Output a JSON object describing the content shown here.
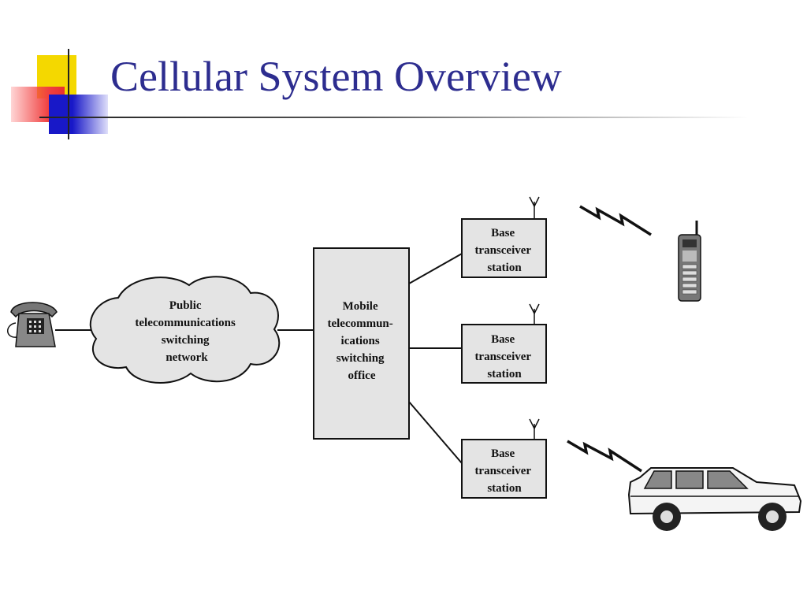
{
  "title": "Cellular System Overview",
  "diagram": {
    "cloud_label": [
      "Public",
      "telecommunications",
      "switching",
      "network"
    ],
    "office_label": [
      "Mobile",
      "telecommun-",
      "ications",
      "switching",
      "office"
    ],
    "bts_label": [
      "Base",
      "transceiver",
      "station"
    ]
  },
  "colors": {
    "title": "#2d2d8f",
    "box_fill": "#e4e4e4",
    "cloud_fill": "#e4e4e4"
  }
}
